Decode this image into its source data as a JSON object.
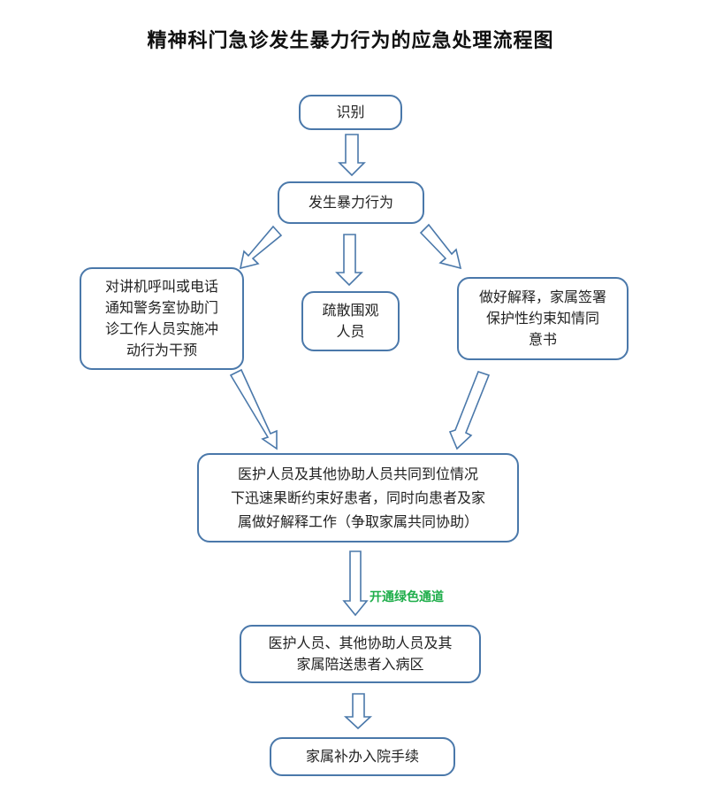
{
  "title": "精神科门急诊发生暴力行为的应急处理流程图",
  "nodes": {
    "identify": "识别",
    "violence": "发生暴力行为",
    "call_police": "对讲机呼叫或电话\n通知警务室协助门\n诊工作人员实施冲\n动行为干预",
    "disperse": "疏散围观\n人员",
    "explain_sign": "做好解释，家属签署\n保护性约束知情同\n意书",
    "restrain": "医护人员及其他协助人员共同到位情况\n下迅速果断约束好患者，同时向患者及家\n属做好解释工作（争取家属共同协助）",
    "escort": "医护人员、其他协助人员及其\n家属陪送患者入病区",
    "admission": "家属补办入院手续"
  },
  "edge_labels": {
    "green_channel": "开通绿色通道"
  },
  "colors": {
    "border": "#4a78aa",
    "green_label": "#1fae4b"
  }
}
